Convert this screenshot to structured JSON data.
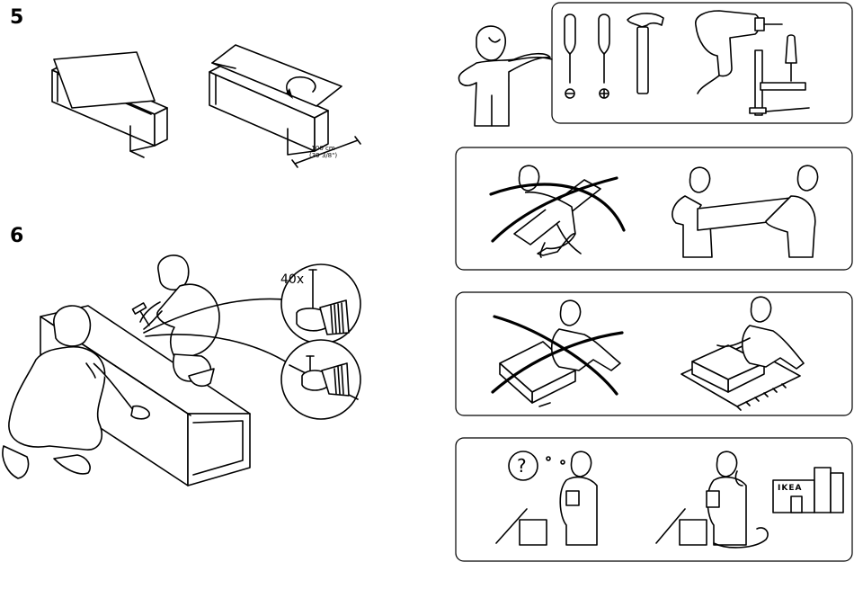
{
  "steps": {
    "step5": {
      "number": "5"
    },
    "step6": {
      "number": "6"
    }
  },
  "labels": {
    "dimension_cm": "100 cm",
    "dimension_in": "(39 3/8\")",
    "nail_quantity": "40x",
    "question_mark": "?",
    "store_sign": "IKEA"
  },
  "icons": [
    "flat-screwdriver-icon",
    "phillips-screwdriver-icon",
    "hammer-icon",
    "drill-icon",
    "clamp-icon"
  ],
  "colors": {
    "line": "#000000",
    "background": "#ffffff"
  }
}
